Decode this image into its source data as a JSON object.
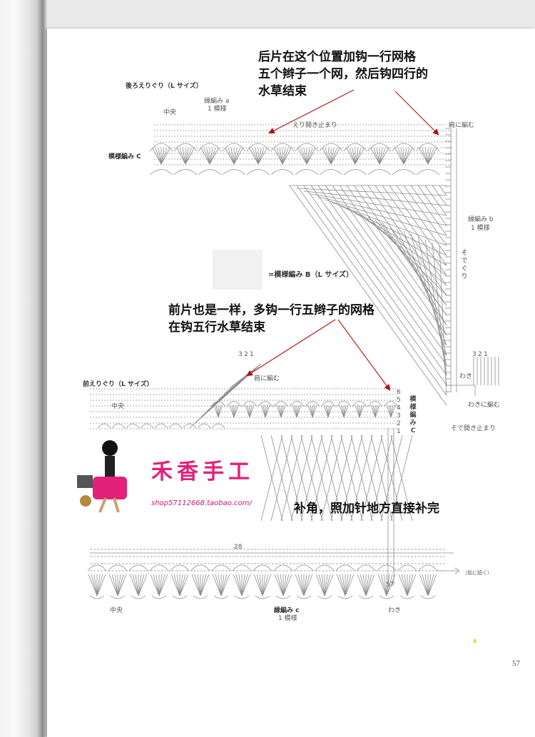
{
  "back_section": {
    "title": "後ろえりぐり（L サイズ）",
    "edge_a_label": "縁編み a",
    "edge_a_repeat": "1 模様",
    "center_label": "中央",
    "neck_open_stop": "えり開き止まり",
    "pattern_c": "模様編み C",
    "shoulder_label": "肩に編む",
    "edge_b_label": "縁編み b",
    "edge_b_repeat": "1 模様",
    "armhole_label": "そでぐり",
    "side_label": "わき",
    "side_knit": "わきに編む",
    "sleeve_open_stop": "そで開き止まり",
    "row_nums": [
      "3",
      "2",
      "1"
    ]
  },
  "pattern_b_label": "=模様編み B（L サイズ）",
  "front_section": {
    "title": "前えりぐり（L サイズ）",
    "center_label": "中央",
    "shoulder_label": "肩に編む",
    "pattern_c": "模様編み C",
    "row_nums": [
      "3",
      "2",
      "1"
    ],
    "side_rows": [
      "6",
      "5",
      "4",
      "3",
      "2",
      "1"
    ]
  },
  "hem": {
    "row_num": "28",
    "edge_c_label": "縁編み c",
    "edge_c_repeat": "1 模様",
    "center_label": "中央",
    "side_label": "わき",
    "arrow_label": "（前に続く）",
    "side_num": "57"
  },
  "annotations": {
    "back_note": [
      "后片在这个位置加钩一行网格",
      "五个辫子一个网，然后钩四行的",
      "水草结束"
    ],
    "front_note": [
      "前片也是一样，多钩一行五辫子的网格",
      "在钩五行水草结束"
    ],
    "corner_note": "补角，照加针地方直接补完"
  },
  "watermark": {
    "shop_name": "禾香手工",
    "url": "shop57112668.taobao.com/"
  },
  "page_number": "57",
  "colors": {
    "chart_line": "#8c8c8c",
    "arrow": "#b01010",
    "logo_pink": "#e2217a"
  }
}
